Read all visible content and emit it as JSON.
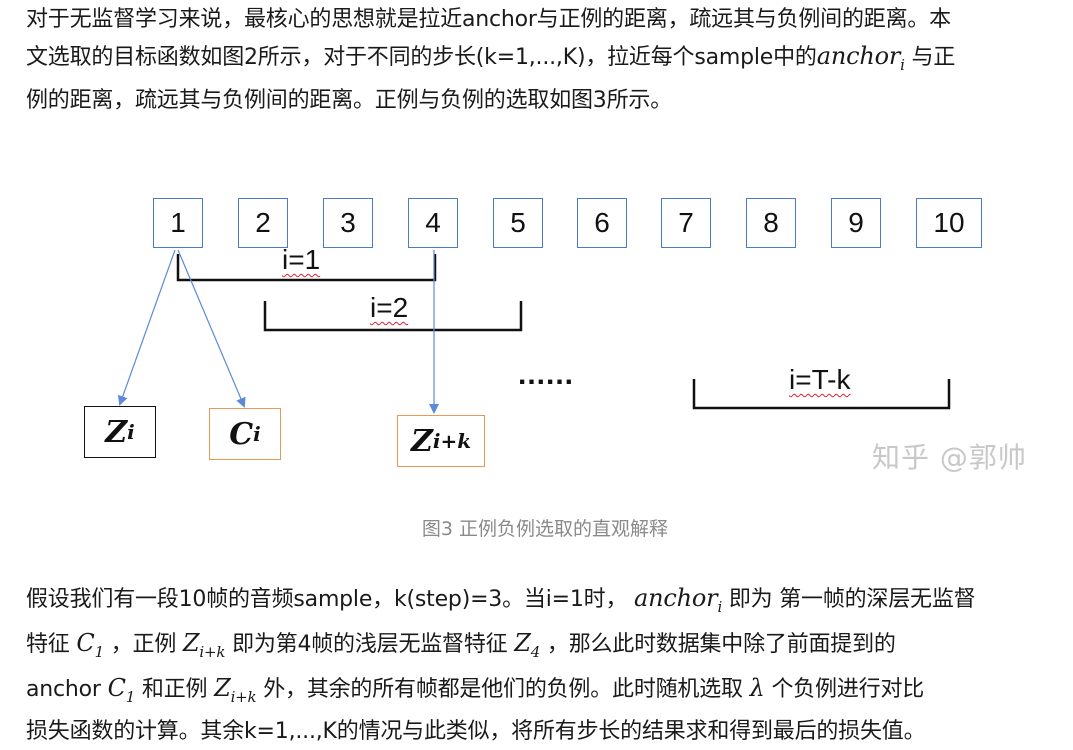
{
  "para1": {
    "line1": "对于无监督学习来说，最核心的思想就是拉近anchor与正例的距离，疏远其与负例间的距离。本",
    "line2_a": "文选取的目标函数如图2所示，对于不同的步长(k=1,...,K)，拉近每个sample中的",
    "line2_math": "anchor",
    "line2_math_sub": "i",
    "line2_b": "与正",
    "line3": "例的距离，疏远其与负例间的距离。正例与负例的选取如图3所示。"
  },
  "figure": {
    "frames": [
      "1",
      "2",
      "3",
      "4",
      "5",
      "6",
      "7",
      "8",
      "9",
      "10"
    ],
    "brackets": [
      "i=1",
      "i=2",
      "i=T-k"
    ],
    "ellipsis": "......",
    "z_i": {
      "main": "Z",
      "sub": "i"
    },
    "c_i": {
      "main": "C",
      "sub": "i"
    },
    "z_ik": {
      "main": "Z",
      "sub": "i+k"
    },
    "watermark": "知乎 @郭帅",
    "caption": "图3 正例负例选取的直观解释",
    "colors": {
      "frame_border": "#4a7bc8",
      "arrow": "#5b8ad6",
      "orange_border": "#e69a5a",
      "black_border": "#111111"
    }
  },
  "para2": {
    "l1_a": "假设我们有一段10帧的音频sample，k(step)=3。当i=1时，",
    "l1_math": "anchor",
    "l1_math_sub": "i",
    "l1_b": "即为 第一帧的深层无监督",
    "l2_a": "特征",
    "l2_m1": "C",
    "l2_m1_sub": "1",
    "l2_b": "，正例",
    "l2_m2": "Z",
    "l2_m2_sub": "i+k",
    "l2_c": "即为第4帧的浅层无监督特征",
    "l2_m3": "Z",
    "l2_m3_sub": "4",
    "l2_d": "，那么此时数据集中除了前面提到的",
    "l3_a": "anchor",
    "l3_m1": "C",
    "l3_m1_sub": "1",
    "l3_b": "和正例",
    "l3_m2": "Z",
    "l3_m2_sub": "i+k",
    "l3_c": "外，其余的所有帧都是他们的负例。此时随机选取",
    "l3_m3": "λ",
    "l3_d": "个负例进行对比",
    "l4": "损失函数的计算。其余k=1,...,K的情况与此类似，将所有步长的结果求和得到最后的损失值。"
  }
}
